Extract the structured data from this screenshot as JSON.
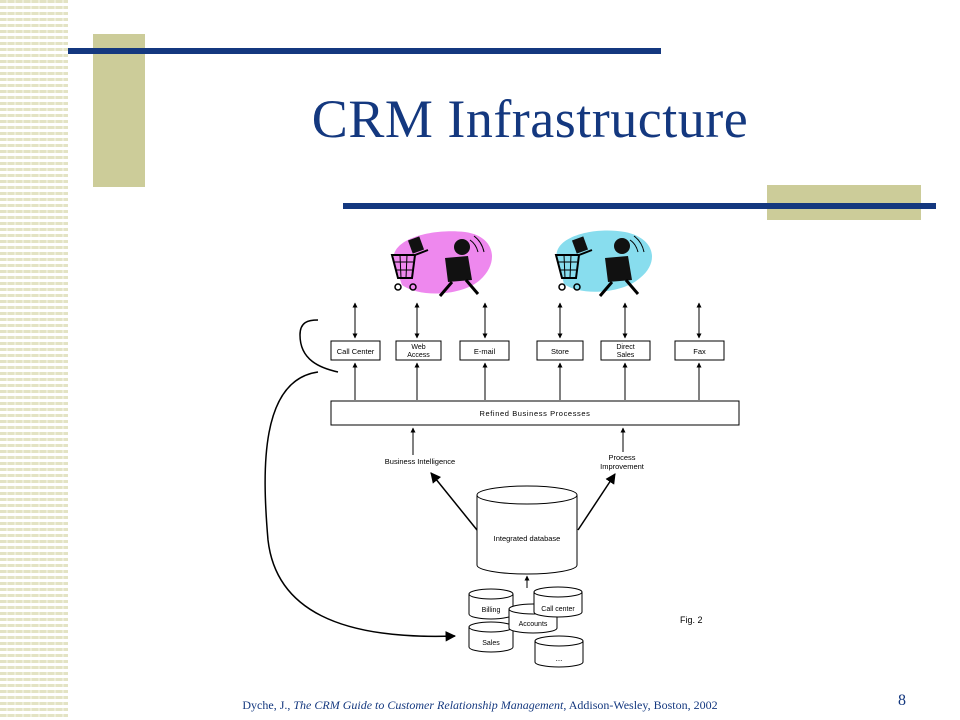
{
  "slide": {
    "title": "CRM Infrastructure",
    "page_number": "8",
    "citation": {
      "author": "Dyche, J., ",
      "book": "The CRM Guide to Customer Relationship Management",
      "rest": ", Addison-Wesley,  Boston, 2002"
    }
  },
  "diagram": {
    "channels": [
      {
        "id": "call-center",
        "lines": [
          "Call Center"
        ]
      },
      {
        "id": "web-access",
        "lines": [
          "Web",
          "Access"
        ]
      },
      {
        "id": "email",
        "lines": [
          "E-mail"
        ]
      },
      {
        "id": "store",
        "lines": [
          "Store"
        ]
      },
      {
        "id": "direct-sales",
        "lines": [
          "Direct",
          "Sales"
        ]
      },
      {
        "id": "fax",
        "lines": [
          "Fax"
        ]
      }
    ],
    "processes_label": "Refined Business Processes",
    "bi_label": "Business Intelligence",
    "process_improvement_lines": [
      "Process",
      "Improvement"
    ],
    "integrated_db_label": "Integrated database",
    "source_dbs": {
      "billing": "Billing",
      "call_center": "Call center",
      "accounts": "Accounts",
      "sales": "Sales",
      "more": "..."
    },
    "fig_label": "Fig. 2",
    "colors": {
      "pink_blob": "#ee88ee",
      "blue_blob": "#88ddee",
      "accent_navy": "#14387f",
      "accent_khaki": "#cccc99"
    }
  }
}
